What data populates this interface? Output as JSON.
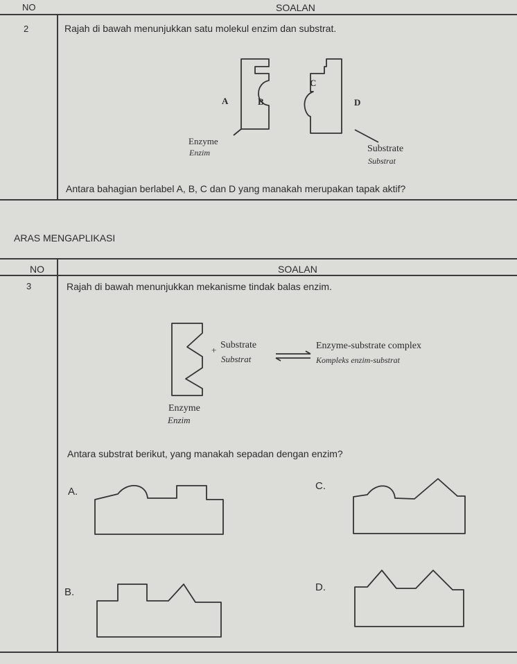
{
  "q2": {
    "header_no": "NO",
    "header_soalan": "SOALAN",
    "number": "2",
    "prompt": "Rajah di bawah menunjukkan satu molekul enzim dan substrat.",
    "label_a": "A",
    "label_b": "B",
    "label_c": "C",
    "label_d": "D",
    "enzyme_en": "Enzyme",
    "enzyme_ms": "Enzim",
    "substrate_en": "Substrate",
    "substrate_ms": "Substrat",
    "question": "Antara bahagian berlabel A, B, C dan D yang manakah merupakan tapak aktif?"
  },
  "section_title": "ARAS MENGAPLIKASI",
  "q3": {
    "header_no": "NO",
    "header_soalan": "SOALAN",
    "number": "3",
    "prompt": "Rajah di bawah menunjukkan mekanisme tindak balas enzim.",
    "plus": "+",
    "substrate_en": "Substrate",
    "substrate_ms": "Substrat",
    "complex_en": "Enzyme-substrate complex",
    "complex_ms": "Kompleks enzim-substrat",
    "enzyme_en": "Enzyme",
    "enzyme_ms": "Enzim",
    "question": "Antara substrat berikut, yang manakah sepadan dengan enzim?",
    "options": {
      "a": "A.",
      "b": "B.",
      "c": "C.",
      "d": "D."
    }
  }
}
